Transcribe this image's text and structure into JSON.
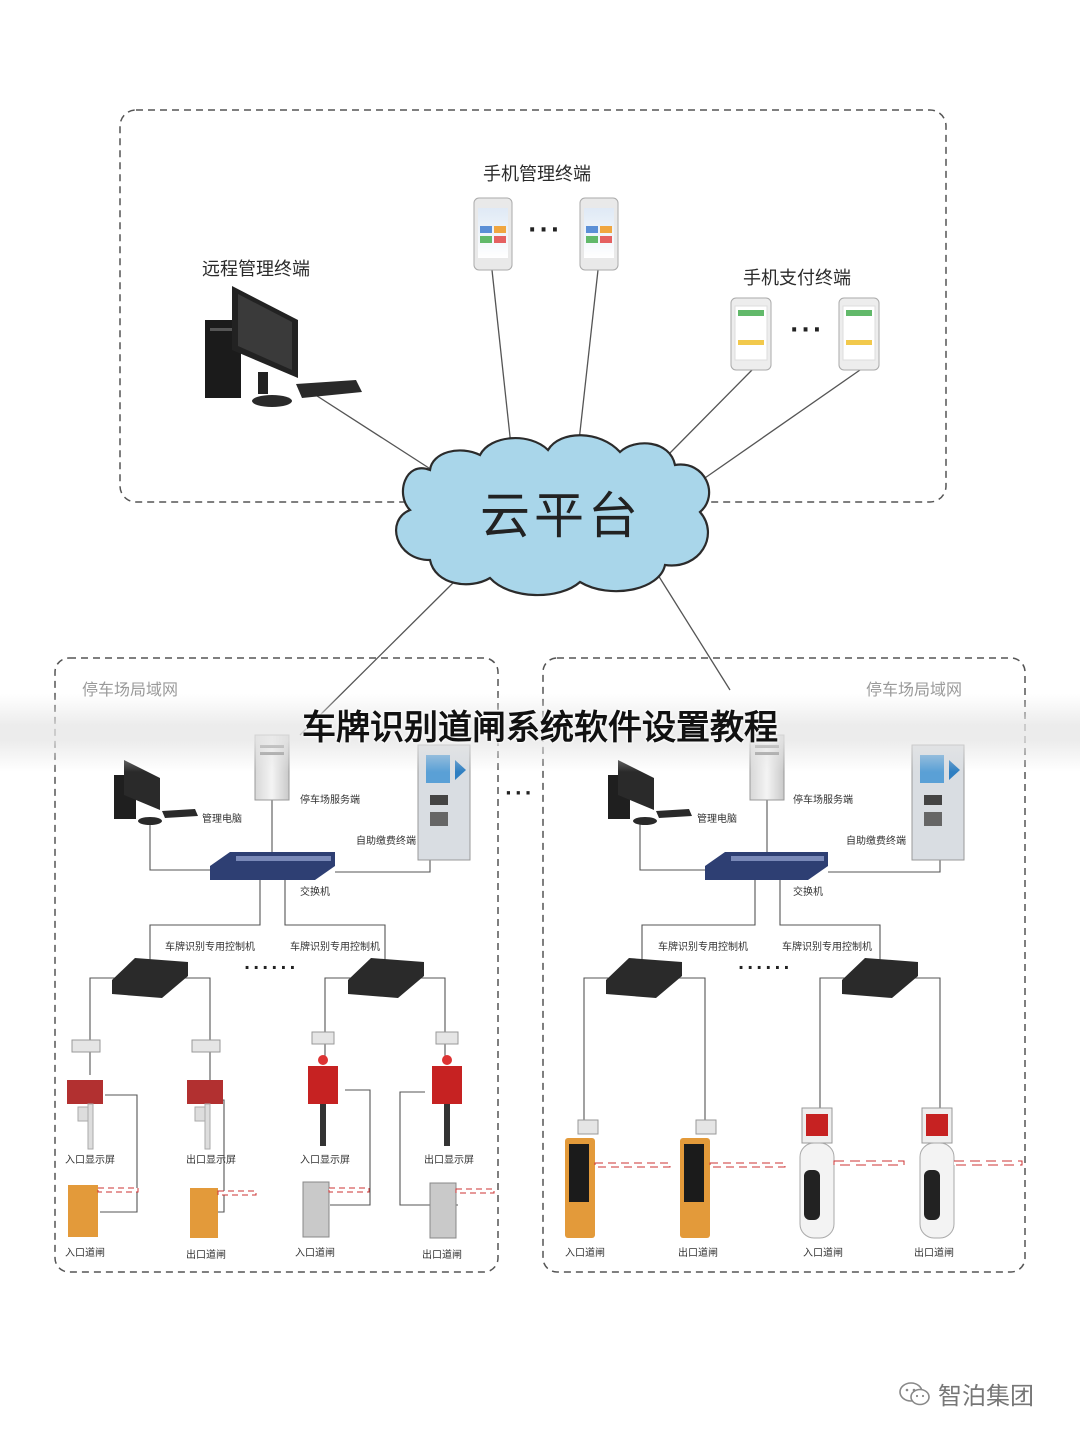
{
  "title": "车牌识别道闸系统软件设置教程",
  "cloud": {
    "label": "云平台"
  },
  "cloud_zone": {
    "remote_terminal": "远程管理终端",
    "mobile_mgmt_terminal": "手机管理终端",
    "mobile_pay_terminal": "手机支付终端"
  },
  "ellipsis": "···",
  "ellipsis_long": "······",
  "lan_left": {
    "name": "停车场局域网",
    "mgmt_pc": "管理电脑",
    "server": "停车场服务端",
    "kiosk": "自助缴费终端",
    "switch": "交换机",
    "controller_a": "车牌识别专用控制机",
    "controller_b": "车牌识别专用控制机",
    "entry_display_1": "入口显示屏",
    "exit_display_1": "出口显示屏",
    "entry_display_2": "入口显示屏",
    "exit_display_2": "出口显示屏",
    "entry_gate_1": "入口道闸",
    "exit_gate_1": "出口道闸",
    "entry_gate_2": "入口道闸",
    "exit_gate_2": "出口道闸"
  },
  "lan_right": {
    "name": "停车场局域网",
    "mgmt_pc": "管理电脑",
    "server": "停车场服务端",
    "kiosk": "自助缴费终端",
    "switch": "交换机",
    "controller_a": "车牌识别专用控制机",
    "controller_b": "车牌识别专用控制机",
    "entry_gate_1": "入口道闸",
    "exit_gate_1": "出口道闸",
    "entry_gate_2": "入口道闸",
    "exit_gate_2": "出口道闸"
  },
  "watermark": "智泊集团",
  "colors": {
    "cloud_fill": "#a9d6ea",
    "cloud_stroke": "#2b2b2b",
    "border": "#555555",
    "switch": "#2e3f73",
    "orange_gate": "#e39a3a",
    "red_display": "#c62222",
    "gate_arm_red": "#d63a3a"
  }
}
